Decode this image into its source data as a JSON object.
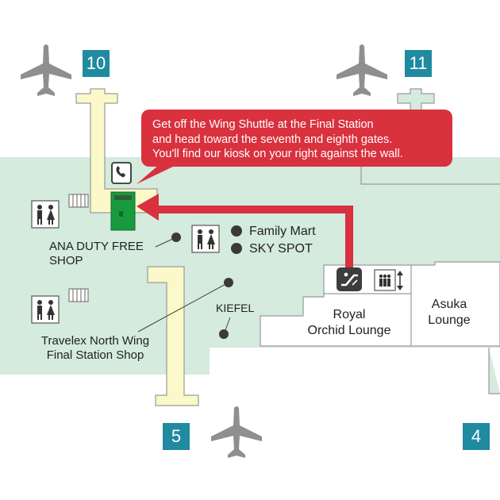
{
  "colors": {
    "terminal_area": "#d4ebdd",
    "corridor": "#fbf8c9",
    "gate_badge": "#1f8aa0",
    "route": "#d9313e",
    "shop_kiosk": "#1a9a3f",
    "plane": "#8f8f8f",
    "outline": "#9a9a9a",
    "dot": "#3a3a3a"
  },
  "gates": [
    {
      "id": "10",
      "label": "10"
    },
    {
      "id": "11",
      "label": "11"
    },
    {
      "id": "5",
      "label": "5"
    },
    {
      "id": "4",
      "label": "4"
    }
  ],
  "callout": {
    "lines": [
      "Get off the Wing Shuttle at the Final Station",
      "and head toward the seventh and eighth gates.",
      "You'll find our kiosk on your right against the wall."
    ]
  },
  "labels": {
    "ana_duty_free_line1": "ANA DUTY FREE",
    "ana_duty_free_line2": "SHOP",
    "family_mart": "Family Mart",
    "sky_spot": "SKY SPOT",
    "kiefel": "KIEFEL",
    "travelex_line1": "Travelex North Wing",
    "travelex_line2": "Final Station Shop",
    "royal_line1": "Royal",
    "royal_line2": "Orchid Lounge",
    "asuka_line1": "Asuka",
    "asuka_line2": "Lounge"
  },
  "icons": [
    "airplane-icon",
    "restroom-icon",
    "telephone-icon",
    "escalator-icon",
    "elevator-icon",
    "stairs-icon"
  ]
}
